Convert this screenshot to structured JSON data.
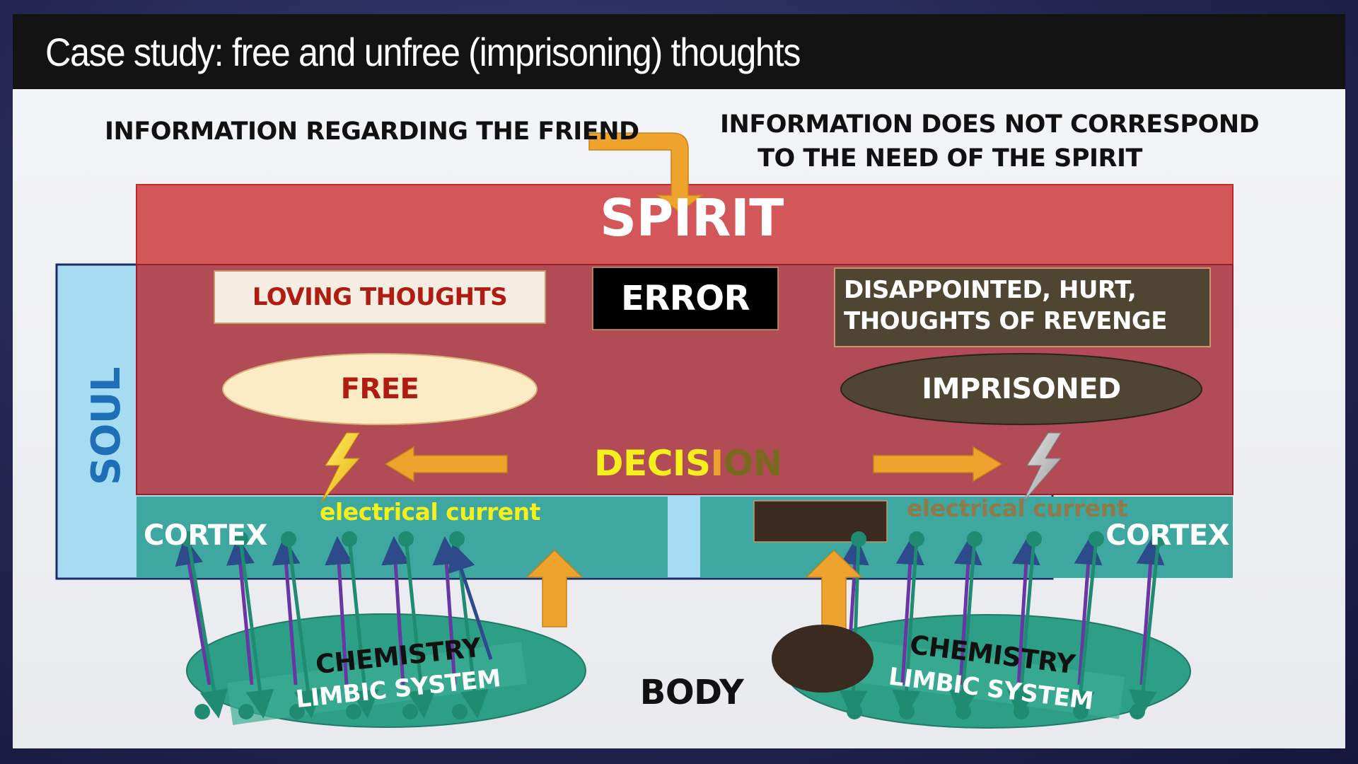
{
  "title": "Case study: free and unfree (imprisoning) thoughts",
  "labels": {
    "info_friend": "INFORMATION REGARDING THE FRIEND",
    "info_not_correspond_1": "INFORMATION DOES NOT CORRESPOND",
    "info_not_correspond_2": "TO THE NEED OF THE SPIRIT",
    "spirit": "SPIRIT",
    "soul": "SOUL",
    "loving_thoughts": "LOVING THOUGHTS",
    "error": "ERROR",
    "disappointed_1": "DISAPPOINTED, HURT,",
    "disappointed_2": "THOUGHTS OF REVENGE",
    "free": "FREE",
    "imprisoned": "IMPRISONED",
    "decision_part1": "DECIS",
    "decision_part2": "I",
    "decision_part3": "ON",
    "electrical_current_left": "electrical current",
    "electrical_current_right": "electrical current",
    "cortex_left": "CORTEX",
    "cortex_right": "CORTEX",
    "chemistry_left": "CHEMISTRY",
    "limbic_left": "LIMBIC SYSTEM",
    "chemistry_right": "CHEMISTRY",
    "limbic_right": "LIMBIC SYSTEM",
    "body": "BODY"
  },
  "colors": {
    "spirit": "#d35658",
    "soul": "#a6dcf2",
    "soul_border": "#1f2a6a",
    "soul_text": "#1f6fb8",
    "overlap": "#b14c57",
    "cortex": "#3ea79f",
    "arrow": "#eea42c",
    "free_text": "#b01b12",
    "imprisoned_fill": "#4f4532",
    "dark_brown": "#3a2a20",
    "teal_fiber": "#1f8c72",
    "purple_fiber": "#6a35a5",
    "yellow": "#f5f01c"
  }
}
